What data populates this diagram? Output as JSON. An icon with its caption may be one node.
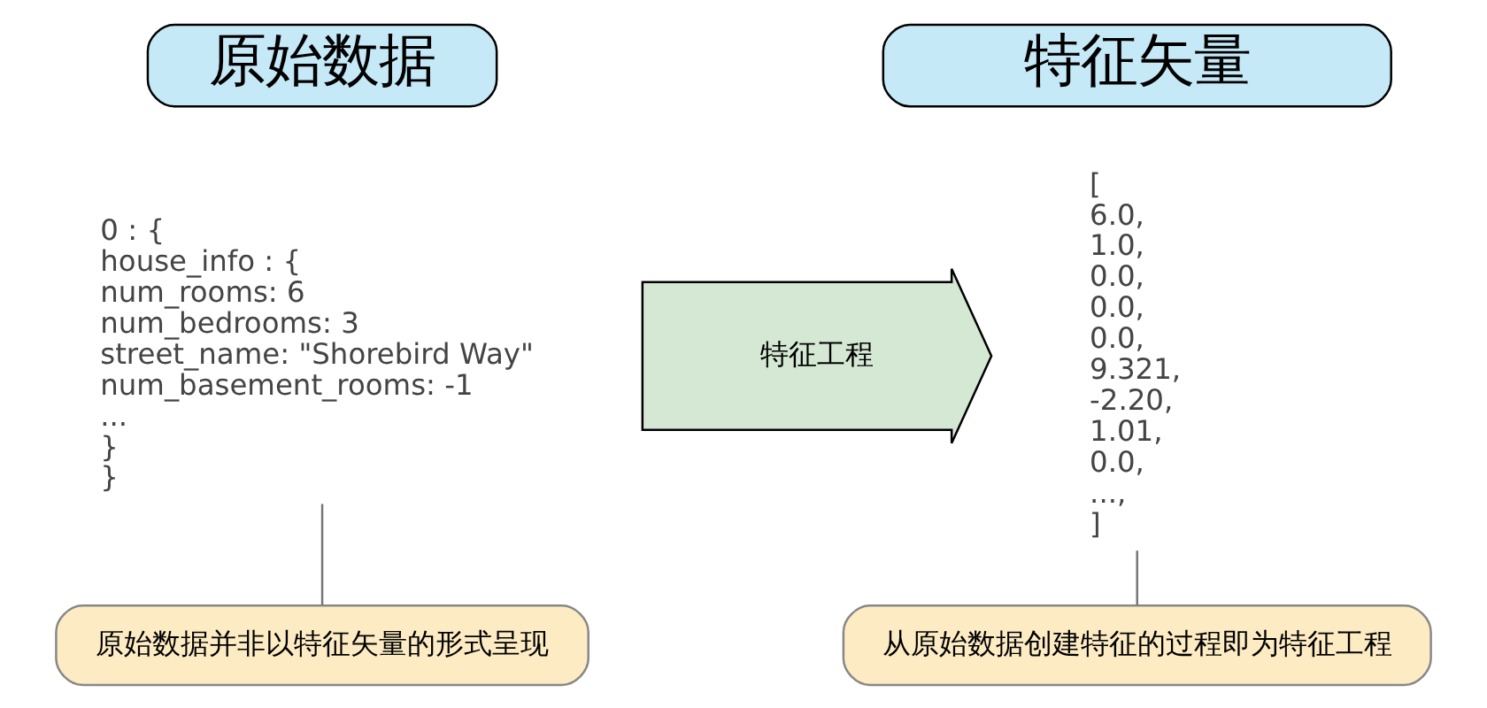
{
  "diagram": {
    "nodes": [
      {
        "text": [
          "原始数据"
        ]
      },
      {
        "text": [
          "特征矢量"
        ]
      },
      {
        "text": [
          "0 : {",
          "house_info : {",
          "num_rooms: 6",
          "num_bedrooms: 3",
          "street_name: \"Shorebird Way\"",
          "num_basement_rooms: -1",
          "...",
          "}",
          "}"
        ]
      },
      {
        "text": [
          "特征工程"
        ]
      },
      {
        "text": [
          "[",
          "6.0,",
          "1.0,",
          "0.0,",
          "0.0,",
          "0.0,",
          "9.321,",
          "-2.20,",
          "1.01,",
          "0.0,",
          "...,",
          "]"
        ]
      },
      {
        "text": [
          "原始数据并非以特征矢量的形式呈现"
        ]
      },
      {
        "text": [
          "从原始数据创建特征的过程即为特征工程"
        ]
      }
    ],
    "edges": [
      {
        "from": 5,
        "to": 2,
        "arrow": "none"
      },
      {
        "from": 6,
        "to": 4,
        "arrow": "none"
      }
    ]
  }
}
